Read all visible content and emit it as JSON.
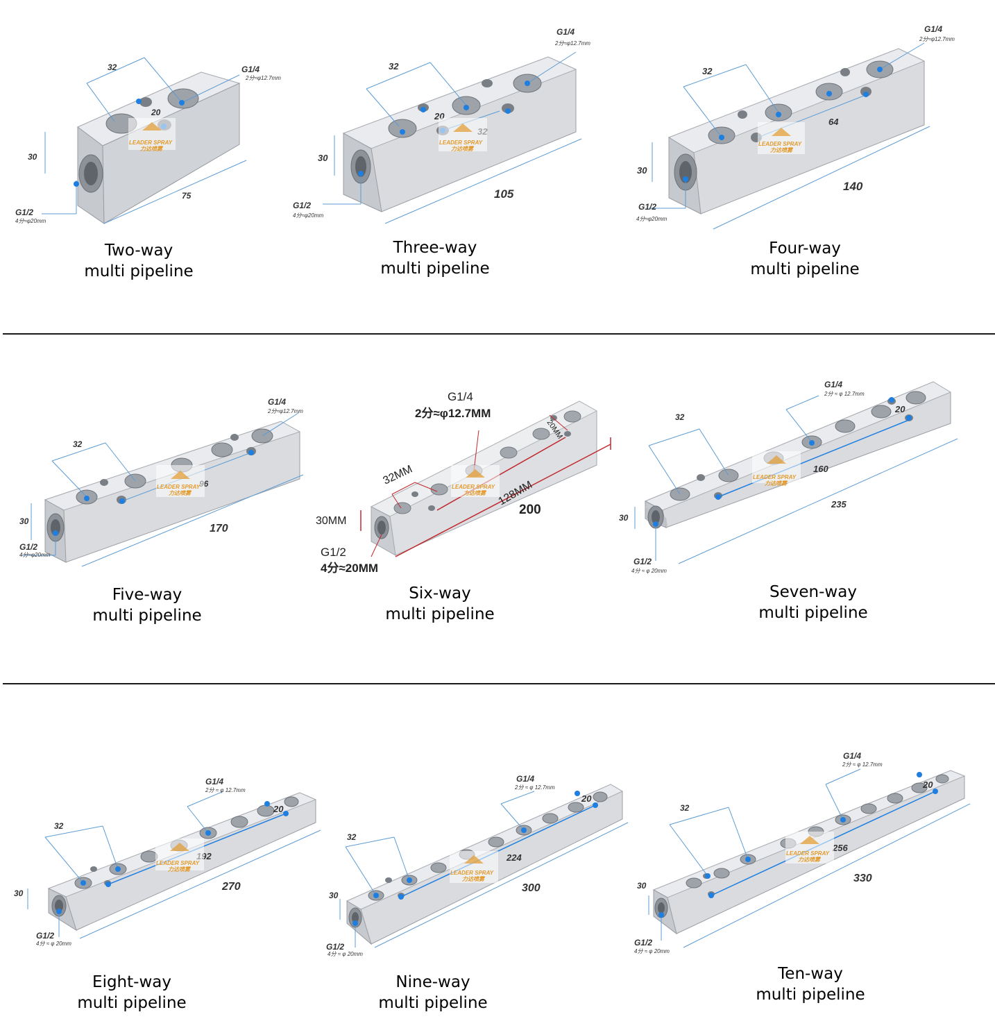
{
  "colors": {
    "accent_blue": "#1f7fe0",
    "dim_line": "#5b9bd5",
    "dim_red": "#c0282d",
    "watermark": "#e39a2c",
    "steel": "#c9ccd1"
  },
  "watermark": {
    "line1": "LEADER SPRAY",
    "line2": "力达喷雾"
  },
  "items": [
    {
      "caption": [
        "Two-way",
        "multi pipeline"
      ],
      "g14": "G1/4",
      "g14_sub": "2分≈φ12.7mm",
      "g12": "G1/2",
      "g12_sub": "4分≈φ20mm",
      "pitch": "32",
      "offset": "20",
      "height": "30",
      "span": "",
      "length": "75",
      "extra": ""
    },
    {
      "caption": [
        "Three-way",
        "multi pipeline"
      ],
      "g14": "G1/4",
      "g14_sub": "2分≈φ12.7mm",
      "g12": "G1/2",
      "g12_sub": "4分≈φ20mm",
      "pitch": "32",
      "offset": "20",
      "height": "30",
      "span": "32",
      "length": "105",
      "extra": ""
    },
    {
      "caption": [
        "Four-way",
        "multi pipeline"
      ],
      "g14": "G1/4",
      "g14_sub": "2分≈φ12.7mm",
      "g12": "G1/2",
      "g12_sub": "4分≈φ20mm",
      "pitch": "32",
      "offset": "",
      "height": "30",
      "span": "64",
      "length": "140",
      "extra": ""
    },
    {
      "caption": [
        "Five-way",
        "multi pipeline"
      ],
      "g14": "G1/4",
      "g14_sub": "2分≈φ12.7mm",
      "g12": "G1/2",
      "g12_sub": "4分≈φ20mm",
      "pitch": "32",
      "offset": "",
      "height": "30",
      "span": "96",
      "length": "170",
      "extra": ""
    },
    {
      "caption": [
        "Six-way",
        "multi pipeline"
      ],
      "g14": "G1/4",
      "g14_sub": "2分≈φ12.7MM",
      "g12": "G1/2",
      "g12_sub": "4分≈20MM",
      "pitch": "32MM",
      "offset": "20MM",
      "height": "30MM",
      "span": "128MM",
      "length": "200",
      "extra": ""
    },
    {
      "caption": [
        "Seven-way",
        "multi pipeline"
      ],
      "g14": "G1/4",
      "g14_sub": "2分 ≈ φ 12.7mm",
      "g12": "G1/2",
      "g12_sub": "4分 ≈ φ 20mm",
      "pitch": "32",
      "offset": "20",
      "height": "30",
      "span": "160",
      "length": "235",
      "extra": ""
    },
    {
      "caption": [
        "Eight-way",
        "multi pipeline"
      ],
      "g14": "G1/4",
      "g14_sub": "2分 ≈ φ 12.7mm",
      "g12": "G1/2",
      "g12_sub": "4分 ≈ φ 20mm",
      "pitch": "32",
      "offset": "20",
      "height": "30",
      "span": "192",
      "length": "270",
      "extra": ""
    },
    {
      "caption": [
        "Nine-way",
        "multi pipeline"
      ],
      "g14": "G1/4",
      "g14_sub": "2分 ≈ φ 12.7mm",
      "g12": "G1/2",
      "g12_sub": "4分 ≈ φ 20mm",
      "pitch": "32",
      "offset": "20",
      "height": "30",
      "span": "224",
      "length": "300",
      "extra": ""
    },
    {
      "caption": [
        "Ten-way",
        "multi pipeline"
      ],
      "g14": "G1/4",
      "g14_sub": "2分 ≈ φ 12.7mm",
      "g12": "G1/2",
      "g12_sub": "4分 ≈ φ 20mm",
      "pitch": "32",
      "offset": "20",
      "height": "30",
      "span": "256",
      "length": "330",
      "extra": ""
    }
  ]
}
